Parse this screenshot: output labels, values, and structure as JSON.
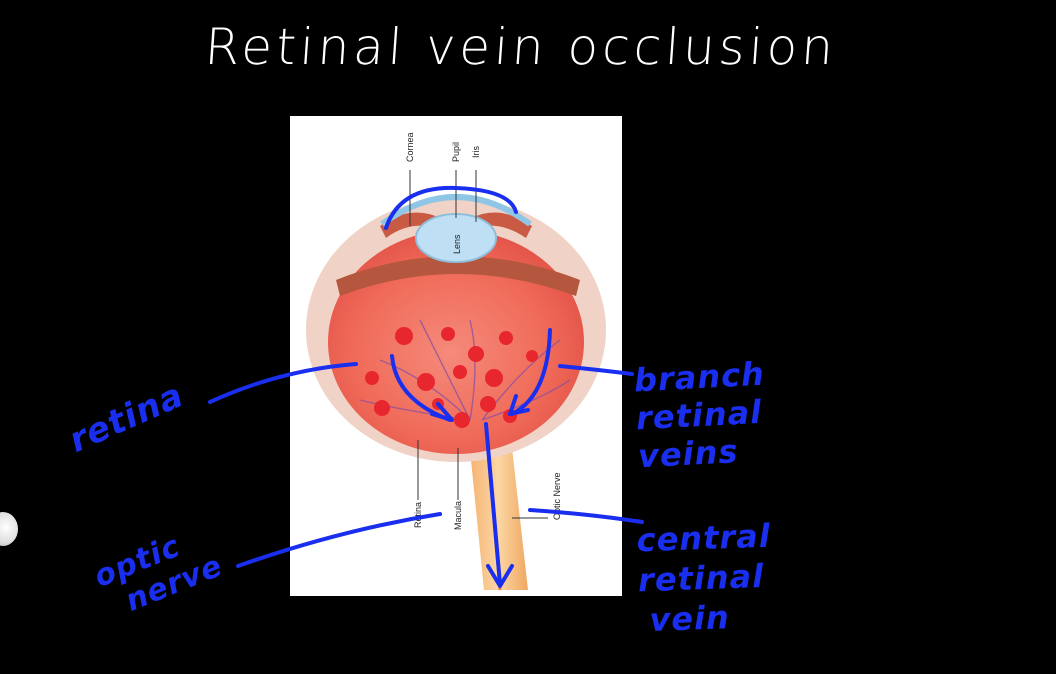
{
  "title": "Retinal vein occlusion",
  "figure_labels": {
    "cornea": "Cornea",
    "pupil": "Pupil",
    "iris": "Iris",
    "lens": "Lens",
    "retina": "Retina",
    "macula": "Macula",
    "optic_nerve": "Optic Nerve"
  },
  "annotations": {
    "retina": "retina",
    "optic_nerve": [
      "optic",
      "nerve"
    ],
    "branch_retinal_veins": [
      "branch",
      "retinal",
      "veins"
    ],
    "central_retinal_vein": [
      "central",
      "retinal",
      "vein"
    ]
  },
  "colors": {
    "background": "#000000",
    "title_chalk": "#ffffff",
    "annotation_ink": "#1a2ef0",
    "eye_red": "#f26b5b",
    "hemorrhage": "#e8262e",
    "lens_blue": "#bfe0f4"
  }
}
